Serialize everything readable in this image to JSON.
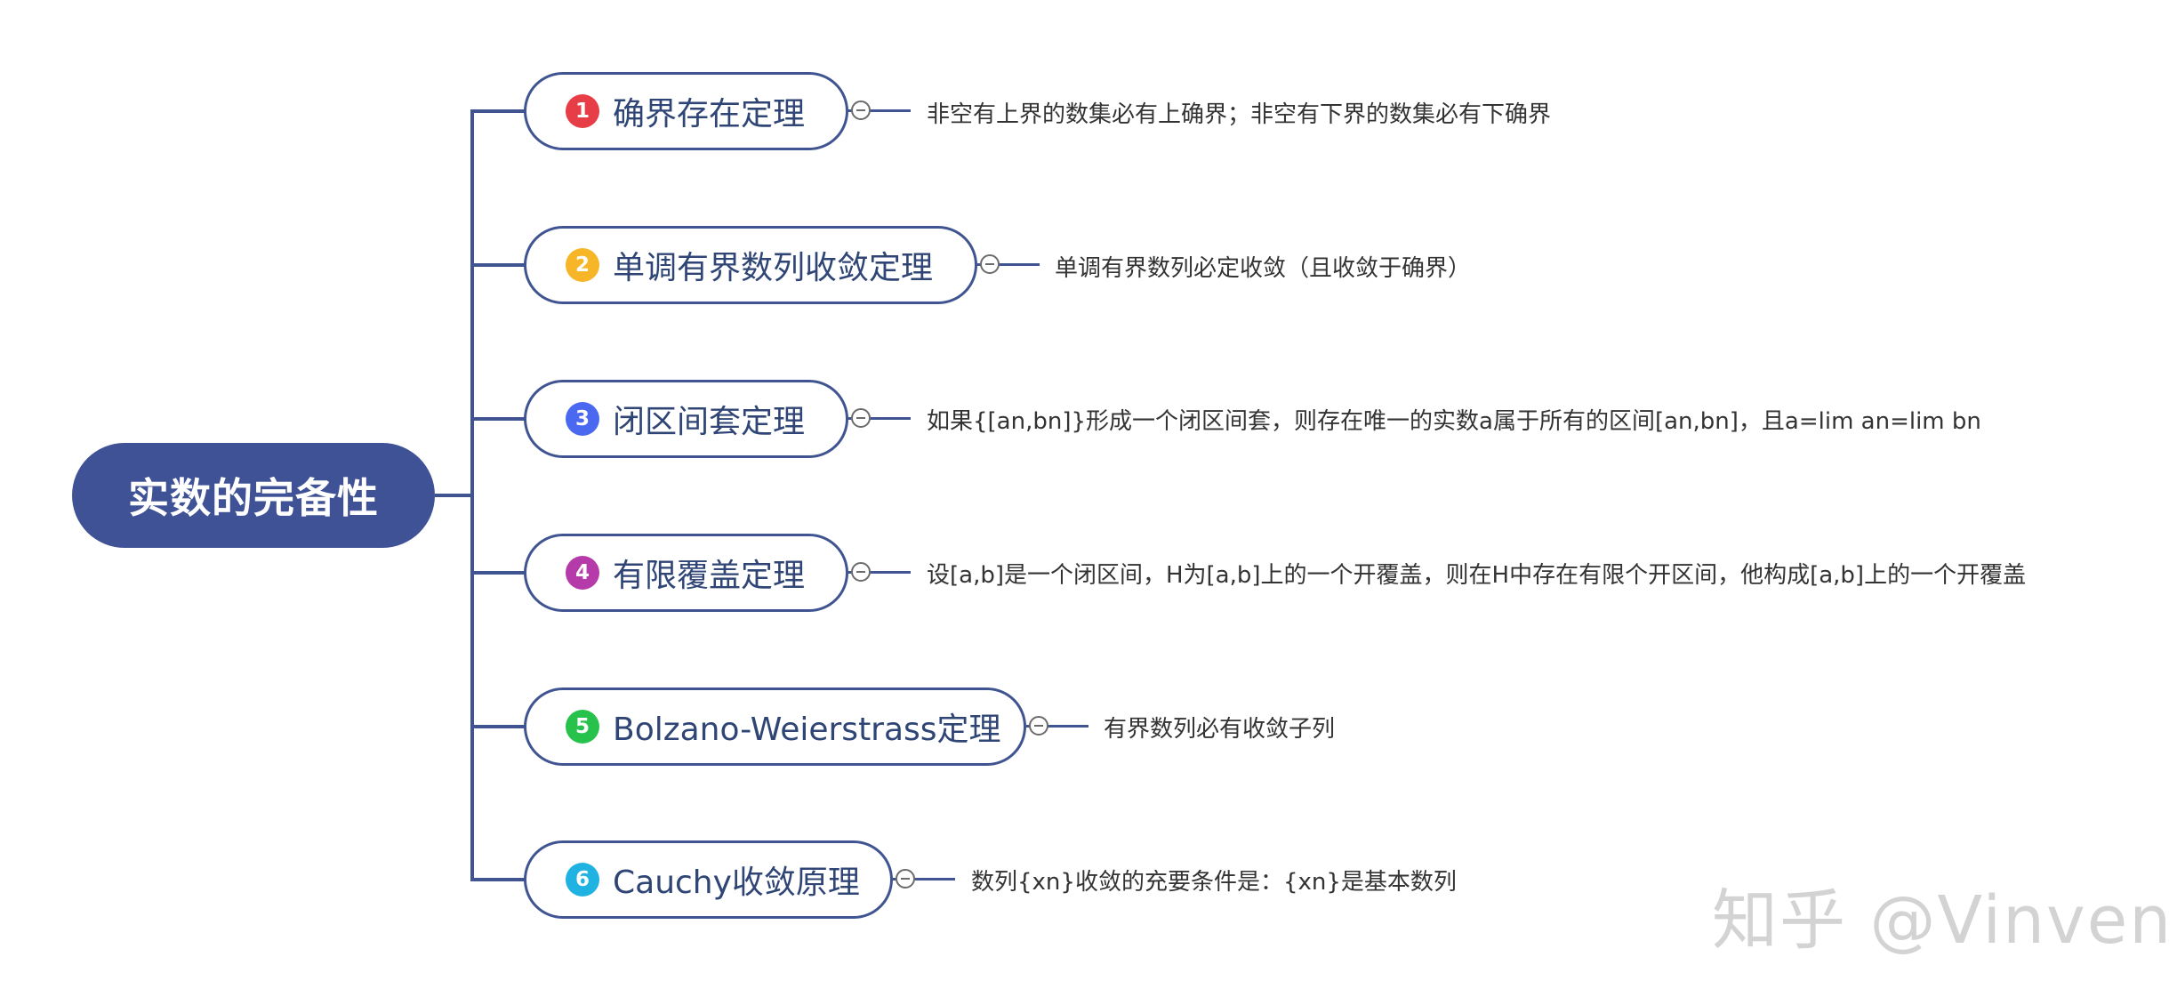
{
  "root": {
    "label": "实数的完备性"
  },
  "topics": [
    {
      "index": "1",
      "label": "确界存在定理",
      "badge_color": "#e63d46",
      "description": "非空有上界的数集必有上确界；非空有下界的数集必有下确界"
    },
    {
      "index": "2",
      "label": "单调有界数列收敛定理",
      "badge_color": "#f6b628",
      "description": "单调有界数列必定收敛（且收敛于确界）"
    },
    {
      "index": "3",
      "label": "闭区间套定理",
      "badge_color": "#4a68f0",
      "description": "如果{[an,bn]}形成一个闭区间套，则存在唯一的实数a属于所有的区间[an,bn]，且a=lim an=lim bn"
    },
    {
      "index": "4",
      "label": "有限覆盖定理",
      "badge_color": "#b53aaa",
      "description": "设[a,b]是一个闭区间，H为[a,b]上的一个开覆盖，则在H中存在有限个开区间，他构成[a,b]上的一个开覆盖"
    },
    {
      "index": "5",
      "label": "Bolzano-Weierstrass定理",
      "badge_color": "#27c24c",
      "description": "有界数列必有收敛子列"
    },
    {
      "index": "6",
      "label": "Cauchy收敛原理",
      "badge_color": "#20b2e0",
      "description": "数列{xn}收敛的充要条件是：{xn}是基本数列"
    }
  ],
  "watermark": "知乎 @Vinven"
}
